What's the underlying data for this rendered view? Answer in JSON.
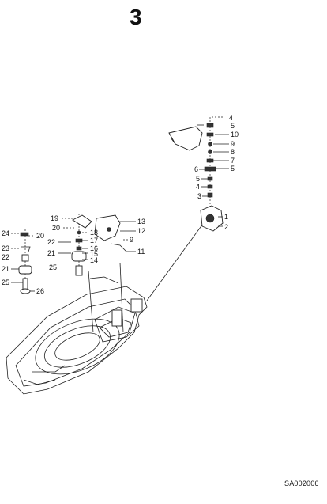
{
  "page_number": "3",
  "doc_code": "SA002006",
  "callouts": {
    "upper_assembly": [
      "4",
      "5",
      "10",
      "9",
      "8",
      "7",
      "5",
      "6",
      "5",
      "4",
      "3",
      "1",
      "2"
    ],
    "middle_assembly": [
      "19",
      "20",
      "13",
      "12",
      "9",
      "11",
      "18",
      "17",
      "16",
      "15",
      "14",
      "22",
      "21",
      "25"
    ],
    "left_assembly": [
      "24",
      "20",
      "23",
      "22",
      "21",
      "25",
      "26"
    ]
  }
}
